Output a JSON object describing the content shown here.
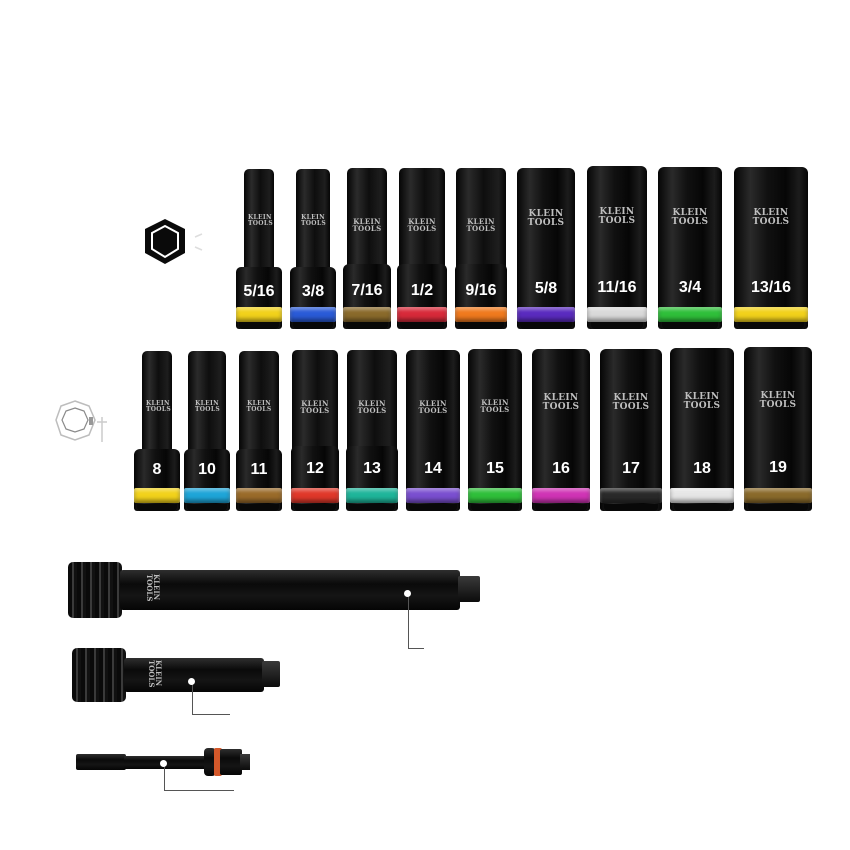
{
  "brand_label": "KLEIN TOOLS",
  "row_sae": [
    {
      "size": "5/16",
      "ring": "#f2d21b"
    },
    {
      "size": "3/8",
      "ring": "#2a5bd7"
    },
    {
      "size": "7/16",
      "ring": "#8a6a2b"
    },
    {
      "size": "1/2",
      "ring": "#d82a3a"
    },
    {
      "size": "9/16",
      "ring": "#f07a1e"
    },
    {
      "size": "5/8",
      "ring": "#5a2bbf"
    },
    {
      "size": "11/16",
      "ring": "#d9d9d9"
    },
    {
      "size": "3/4",
      "ring": "#2fbf3a"
    },
    {
      "size": "13/16",
      "ring": "#f2d21b"
    }
  ],
  "row_metric": [
    {
      "size": "8",
      "ring": "#f2d21b"
    },
    {
      "size": "10",
      "ring": "#1ea5d8"
    },
    {
      "size": "11",
      "ring": "#9a6b2a"
    },
    {
      "size": "12",
      "ring": "#e0382a"
    },
    {
      "size": "13",
      "ring": "#1fb59a"
    },
    {
      "size": "14",
      "ring": "#7a4fd0"
    },
    {
      "size": "15",
      "ring": "#2fbf3a"
    },
    {
      "size": "16",
      "ring": "#d034b5"
    },
    {
      "size": "17",
      "ring": "#2a2a2a"
    },
    {
      "size": "18",
      "ring": "#e6e6e6"
    },
    {
      "size": "19",
      "ring": "#8a6a2b"
    }
  ],
  "icons": {
    "row_sae": "hex-socket-icon",
    "row_metric": "twelve-point-socket-icon"
  }
}
